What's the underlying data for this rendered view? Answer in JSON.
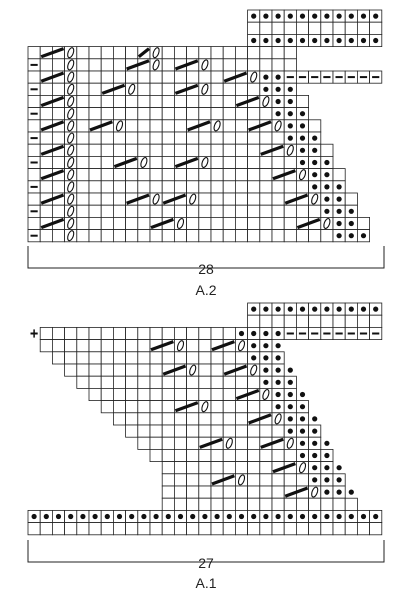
{
  "charts": [
    {
      "id": "A.2",
      "name": "A.2",
      "stitch_count": "28"
    },
    {
      "id": "A.1",
      "name": "A.1",
      "stitch_count": "27"
    }
  ],
  "colors": {
    "line": "#222222",
    "background": "#ffffff",
    "symbol": "#1a1a1a"
  },
  "symbols": [
    "dot",
    "dash",
    "diagonal-bar",
    "cable-oval"
  ]
}
